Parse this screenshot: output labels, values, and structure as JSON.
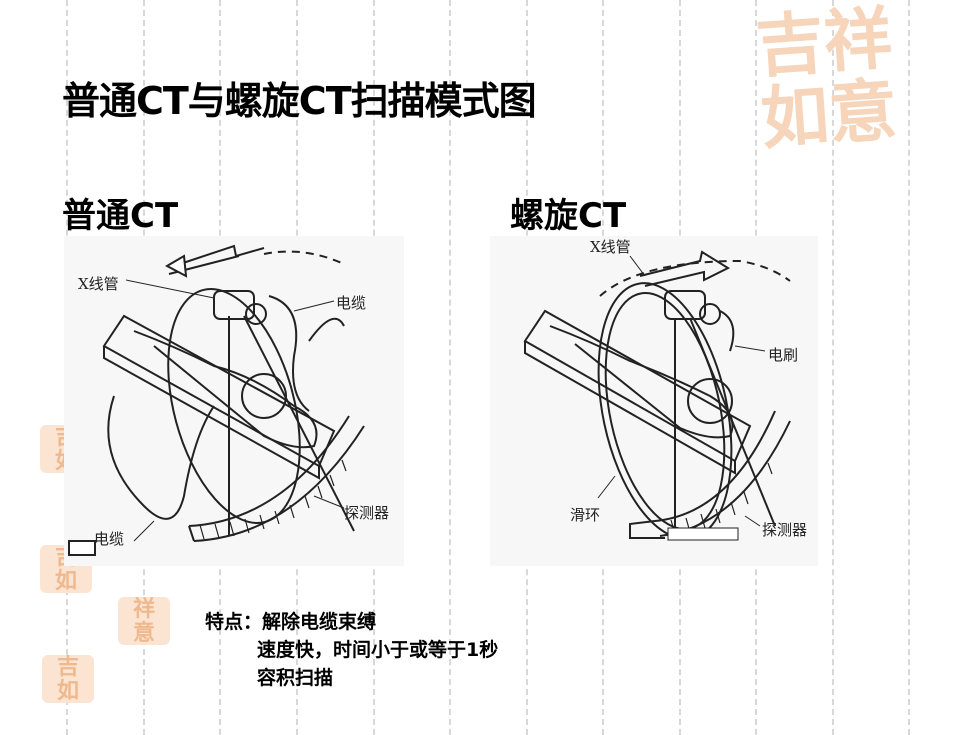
{
  "title": "普通CT与螺旋CT扫描模式图",
  "left_panel": {
    "heading": "普通CT",
    "labels": {
      "xray_tube": "X线管",
      "cable_top": "电缆",
      "detector": "探测器",
      "cable_bottom": "电缆"
    }
  },
  "right_panel": {
    "heading": "螺旋CT",
    "labels": {
      "xray_tube": "X线管",
      "brush": "电刷",
      "slip_ring": "滑环",
      "detector": "探测器"
    }
  },
  "features": {
    "lead": "特点：解除电缆束缚",
    "line2": "速度快，时间小于或等于1秒",
    "line3": "容积扫描"
  },
  "decor": {
    "stamp_text": "吉祥如意",
    "stamp_color": "#f6d5bb",
    "grid_color": "#d8d8d8"
  }
}
